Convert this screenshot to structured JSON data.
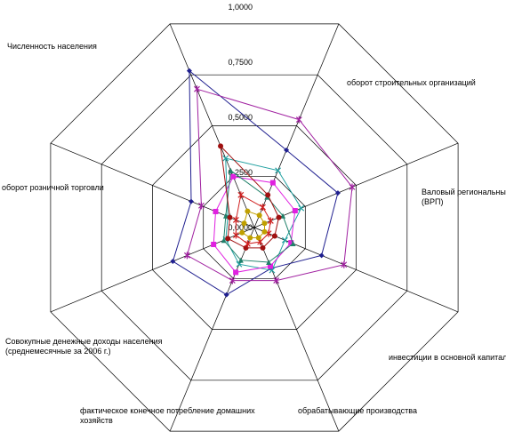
{
  "chart_data": {
    "type": "radar",
    "axes": [
      "Численность населения",
      "оборот строительных организаций",
      "Валовый региональный продукт (ВРП)",
      "инвестиции в основной капитал",
      "обрабатывающие производства",
      "фактическое конечное потребление домашних хозяйств",
      "Совокупные денежные доходы населения (среднемесячные за 2006 г.)",
      "оборот розничной торговли"
    ],
    "axis_label_lines": [
      [
        "Численность населения"
      ],
      [
        "оборот строительных организаций"
      ],
      [
        "Валовый региональный продукт",
        "(ВРП)"
      ],
      [
        "инвестиции в основной капитал"
      ],
      [
        "обрабатывающие производства"
      ],
      [
        "фактическое конечное потребление домашних",
        "хозяйств"
      ],
      [
        "Совокупные денежные доходы населения",
        "(среднемесячные за 2006 г.)"
      ],
      [
        "оборот розничной торговли"
      ]
    ],
    "ticks": [
      "0,0000",
      "0,2500",
      "0,5000",
      "0,7500",
      "1,0000"
    ],
    "range": [
      0,
      1
    ],
    "series": [
      {
        "color": "#1f1f8f",
        "marker": "diamond",
        "values": [
          0.77,
          0.38,
          0.41,
          0.33,
          0.2,
          0.33,
          0.4,
          0.31
        ]
      },
      {
        "color": "#a020a0",
        "marker": "star",
        "values": [
          0.68,
          0.53,
          0.48,
          0.44,
          0.26,
          0.26,
          0.33,
          0.26
        ]
      },
      {
        "color": "#20a0a0",
        "marker": "x",
        "values": [
          0.34,
          0.28,
          0.23,
          0.15,
          0.21,
          0.18,
          0.14,
          0.13
        ]
      },
      {
        "color": "#e020e0",
        "marker": "square",
        "values": [
          0.25,
          0.22,
          0.2,
          0.18,
          0.19,
          0.22,
          0.2,
          0.19
        ]
      },
      {
        "color": "#20806a",
        "marker": "triangle",
        "values": [
          0.28,
          0.15,
          0.14,
          0.19,
          0.17,
          0.16,
          0.15,
          0.14
        ]
      },
      {
        "color": "#a01010",
        "marker": "circle",
        "values": [
          0.4,
          0.16,
          0.12,
          0.1,
          0.1,
          0.1,
          0.13,
          0.12
        ]
      },
      {
        "color": "#d02020",
        "marker": "asterisk",
        "values": [
          0.16,
          0.1,
          0.08,
          0.07,
          0.07,
          0.08,
          0.09,
          0.09
        ]
      },
      {
        "color": "#c0a000",
        "marker": "circle",
        "values": [
          0.08,
          0.06,
          0.05,
          0.05,
          0.05,
          0.05,
          0.06,
          0.05
        ]
      }
    ]
  }
}
